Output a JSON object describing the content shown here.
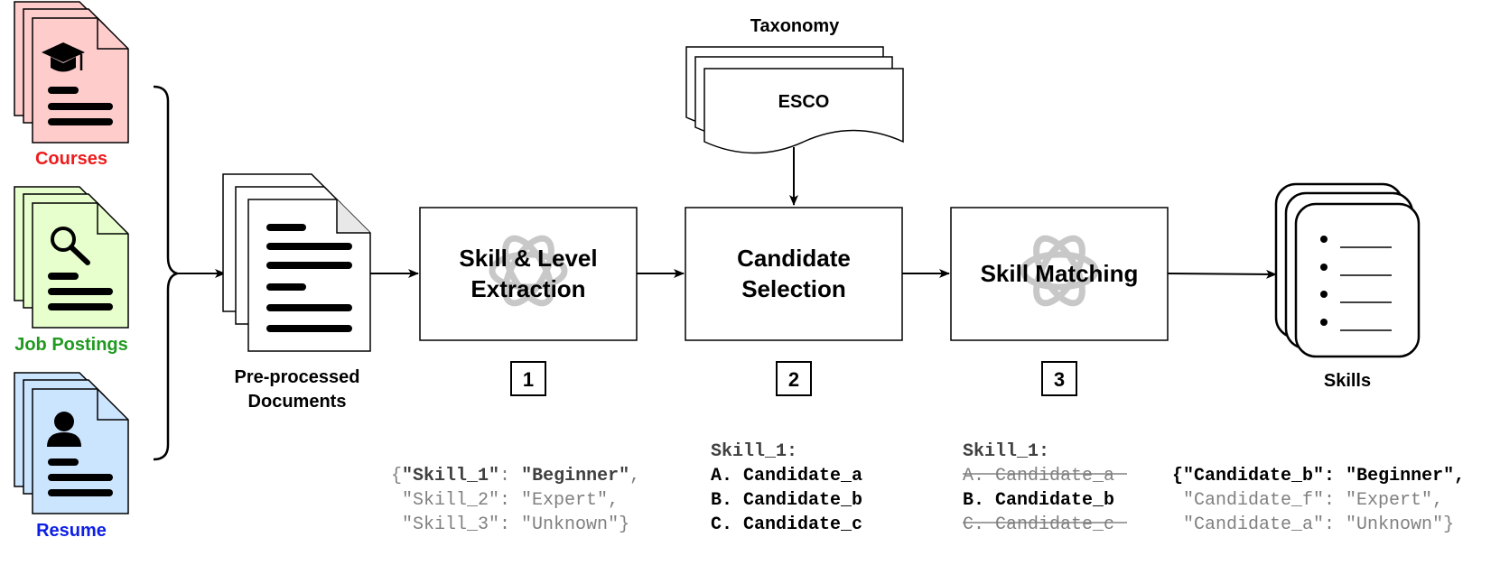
{
  "sources": [
    {
      "label": "Courses",
      "color": "#ee1c1c",
      "fill": "#ffcccc",
      "icon": "graduation-cap-icon"
    },
    {
      "label": "Job Postings",
      "color": "#1f9a1f",
      "fill": "#e6ffcc",
      "icon": "magnifier-icon"
    },
    {
      "label": "Resume",
      "color": "#0d1ee6",
      "fill": "#cce5ff",
      "icon": "person-icon"
    }
  ],
  "preprocessed": {
    "line1": "Pre-processed",
    "line2": "Documents"
  },
  "taxonomy": {
    "title": "Taxonomy",
    "name": "ESCO"
  },
  "steps": [
    {
      "line1": "Skill & Level",
      "line2": "Extraction",
      "number": "1",
      "icon": "openai-logo-icon"
    },
    {
      "line1": "Candidate",
      "line2": "Selection",
      "number": "2"
    },
    {
      "line1": "Skill Matching",
      "number": "3",
      "icon": "openai-logo-icon"
    }
  ],
  "output": {
    "label": "Skills"
  },
  "examples": {
    "extraction": [
      {
        "key": "\"Skill_1\"",
        "value": "\"Beginner\""
      },
      {
        "key": "\"Skill_2\"",
        "value": "\"Expert\""
      },
      {
        "key": "\"Skill_3\"",
        "value": "\"Unknown\""
      }
    ],
    "selection": {
      "header": "Skill_1:",
      "options": [
        "A. Candidate_a",
        "B. Candidate_b",
        "C. Candidate_c"
      ]
    },
    "matching": {
      "header": "Skill_1:",
      "options": [
        "A. Candidate_a",
        "B. Candidate_b",
        "C. Candidate_c"
      ]
    },
    "result": [
      {
        "key": "\"Candidate_b\"",
        "value": "\"Beginner\""
      },
      {
        "key": "\"Candidate_f\"",
        "value": "\"Expert\""
      },
      {
        "key": "\"Candidate_a\"",
        "value": "\"Unknown\""
      }
    ]
  },
  "colors": {
    "stroke": "#000000",
    "logo": "#c8c8c8",
    "muted": "#808080"
  }
}
